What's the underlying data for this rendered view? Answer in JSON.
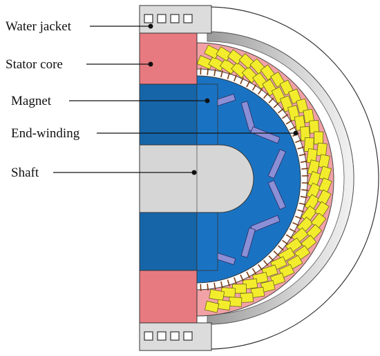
{
  "labels": {
    "water_jacket": "Water jacket",
    "stator_core": "Stator core",
    "magnet": "Magnet",
    "end_winding": "End-winding",
    "shaft": "Shaft"
  },
  "colors": {
    "water_jacket": "#ffffff",
    "jacket_block": "#dcdcdc",
    "stator_core": "#e77a80",
    "stator_ring": "#f2a2a6",
    "rotor": "#1a73c2",
    "rotor_deep": "#1565a8",
    "magnet": "#8b8fd6",
    "end_winding": "#f3ec2d",
    "shaft": "#d6d6d6",
    "outline": "#333333"
  },
  "icons": {
    "leader_dot": "leader-dot-icon"
  }
}
